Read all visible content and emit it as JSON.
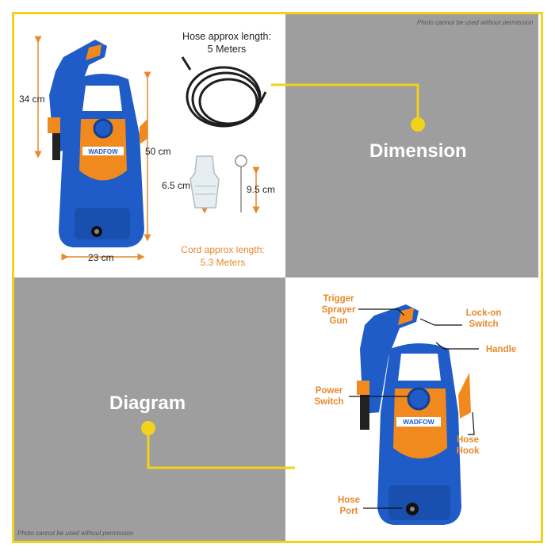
{
  "watermark_top": "Photo cannot be used without permission",
  "watermark_bottom": "Photo cannot be used without permission",
  "brand": "WADFOW",
  "sections": {
    "dimension_title": "Dimension",
    "diagram_title": "Diagram"
  },
  "dimensions": {
    "height_gun": "34 cm",
    "height_body": "50 cm",
    "width_base": "23 cm",
    "connector_height": "6.5 cm",
    "needle_height": "9.5 cm",
    "hose_length": "Hose approx length:\n5 Meters",
    "cord_length": "Cord approx length:\n5.3 Meters"
  },
  "diagram_labels": {
    "trigger": "Trigger\nSprayer\nGun",
    "lock_on": "Lock-on\nSwitch",
    "handle": "Handle",
    "power_switch": "Power\nSwitch",
    "hose_hook": "Hose\nHook",
    "hose_port": "Hose\nPort"
  },
  "colors": {
    "accent_yellow": "#f2d21b",
    "panel_gray": "#9e9e9e",
    "label_orange": "#e8892a",
    "machine_blue": "#1f5cc8",
    "machine_orange": "#f08a1f"
  },
  "icons": [
    "pressure-washer-image",
    "hose-image",
    "connector-image",
    "cleaning-needle-image"
  ]
}
